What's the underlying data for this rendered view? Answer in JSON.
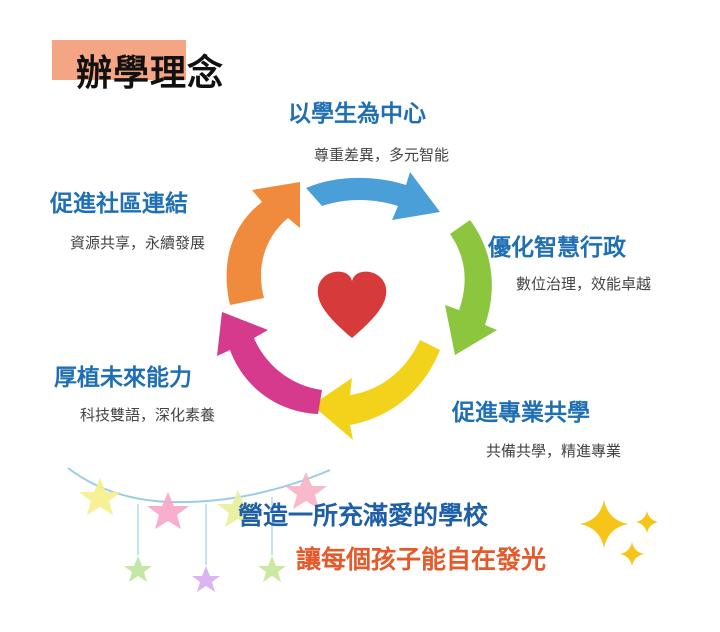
{
  "title": "辦學理念",
  "accent_color": "#f4a584",
  "cycle": [
    {
      "heading": "以學生為中心",
      "subtitle": "尊重差異，多元智能",
      "color": "#4a9fd8"
    },
    {
      "heading": "優化智慧行政",
      "subtitle": "數位治理，效能卓越",
      "color": "#8cc63f"
    },
    {
      "heading": "促進專業共學",
      "subtitle": "共備共學，精進專業",
      "color": "#f2d21a"
    },
    {
      "heading": "厚植未來能力",
      "subtitle": "科技雙語，深化素養",
      "color": "#d63a8c"
    },
    {
      "heading": "促進社區連結",
      "subtitle": "資源共享，永續發展",
      "color": "#f08a3c"
    }
  ],
  "center_icon": "heart-icon",
  "heart_color": "#d63a3a",
  "slogan": {
    "line1": "營造一所充滿愛的學校",
    "line2": "讓每個孩子能自在發光"
  },
  "decor": {
    "garland": "star-garland",
    "sparkle": "sparkle-icon"
  }
}
